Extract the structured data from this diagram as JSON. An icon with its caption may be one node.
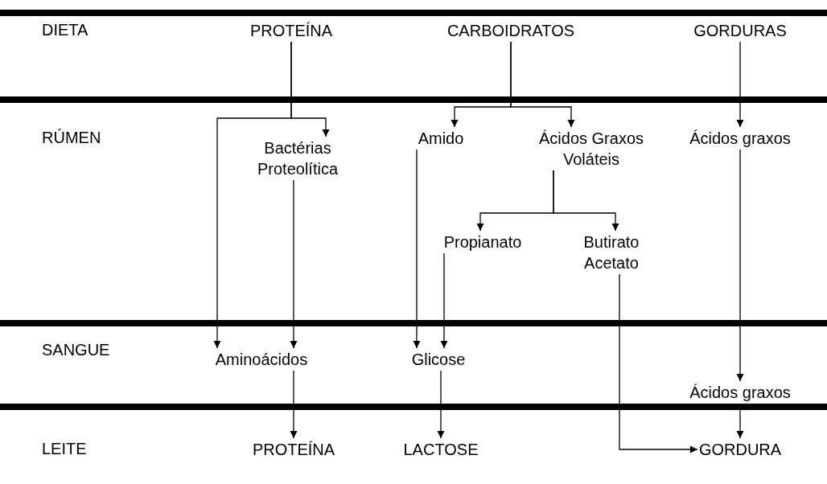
{
  "diagram": {
    "nodes": [
      {
        "text": [
          "PROTEÍNA"
        ]
      },
      {
        "text": [
          "CARBOIDRATOS"
        ]
      },
      {
        "text": [
          "GORDURAS"
        ]
      },
      {
        "text": [
          "Bactérias Proteolítica"
        ]
      },
      {
        "text": [
          "Amido"
        ]
      },
      {
        "text": [
          "Ácidos Graxos Voláteis"
        ]
      },
      {
        "text": [
          "Ácidos graxos"
        ]
      },
      {
        "text": [
          "Propianato"
        ]
      },
      {
        "text": [
          "Butirato Acetato"
        ]
      },
      {
        "text": [
          "Aminoácidos"
        ]
      },
      {
        "text": [
          "Glicose"
        ]
      },
      {
        "text": [
          "Ácidos graxos"
        ]
      },
      {
        "text": [
          "PROTEÍNA"
        ]
      },
      {
        "text": [
          "LACTOSE"
        ]
      },
      {
        "text": [
          "GORDURA"
        ]
      }
    ],
    "edges": [
      {
        "from": 0,
        "to": 3,
        "arrow": "to"
      },
      {
        "from": 0,
        "to": 9,
        "arrow": "to"
      },
      {
        "from": 1,
        "to": 4,
        "arrow": "to"
      },
      {
        "from": 1,
        "to": 5,
        "arrow": "to"
      },
      {
        "from": 2,
        "to": 6,
        "arrow": "to"
      },
      {
        "from": 3,
        "to": 9,
        "arrow": "to"
      },
      {
        "from": 4,
        "to": 10,
        "arrow": "to"
      },
      {
        "from": 5,
        "to": 7,
        "arrow": "to"
      },
      {
        "from": 5,
        "to": 8,
        "arrow": "to"
      },
      {
        "from": 7,
        "to": 10,
        "arrow": "to"
      },
      {
        "from": 8,
        "to": 14,
        "arrow": "to"
      },
      {
        "from": 6,
        "to": 11,
        "arrow": "to"
      },
      {
        "from": 9,
        "to": 12,
        "arrow": "to"
      },
      {
        "from": 10,
        "to": 13,
        "arrow": "to"
      },
      {
        "from": 11,
        "to": 14,
        "arrow": "to"
      }
    ],
    "labels": [
      "DIETA",
      "RÚMEN",
      "SANGUE",
      "LEITE"
    ]
  }
}
